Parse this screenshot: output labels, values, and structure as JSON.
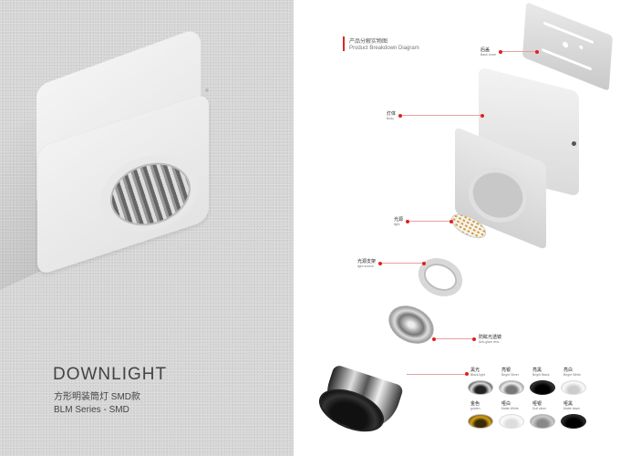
{
  "left_panel": {
    "title": "DOWNLIGHT",
    "subtitle_cn": "方形明装筒灯  SMD款",
    "series": "BLM Series - SMD"
  },
  "section": {
    "title_cn": "产品分解实物图",
    "title_en": "Product Breakdown Diagram"
  },
  "callouts": [
    {
      "cn": "后盖",
      "en": "Back cover"
    },
    {
      "cn": "灯体",
      "en": "Body"
    },
    {
      "cn": "光源",
      "en": "light"
    },
    {
      "cn": "光源支架",
      "en": "light source"
    },
    {
      "cn": "防眩光透镜",
      "en": "Anti-glare lens"
    }
  ],
  "variants": [
    {
      "cn": "黑光",
      "en": "Black light",
      "color": "#c9c9c9",
      "inner": "#222222"
    },
    {
      "cn": "亮银",
      "en": "Bright Silver",
      "color": "#d0d0d0",
      "inner": "#9a9a9a"
    },
    {
      "cn": "亮黑",
      "en": "Bright Black",
      "color": "#111111",
      "inner": "#333333"
    },
    {
      "cn": "亮白",
      "en": "Bright White",
      "color": "#eeeeee",
      "inner": "#cccccc"
    },
    {
      "cn": "金色",
      "en": "golden",
      "color": "#b8860b",
      "inner": "#3a2a05"
    },
    {
      "cn": "哑白",
      "en": "Matte White",
      "color": "#f4f4f4",
      "inner": "#dddddd"
    },
    {
      "cn": "哑银",
      "en": "Dull silver",
      "color": "#b5b5b5",
      "inner": "#8a8a8a"
    },
    {
      "cn": "哑黑",
      "en": "Matte black",
      "color": "#1a1a1a",
      "inner": "#444444"
    }
  ],
  "colors": {
    "accent": "#d62828",
    "panel_bg": "#d4d4d4"
  }
}
